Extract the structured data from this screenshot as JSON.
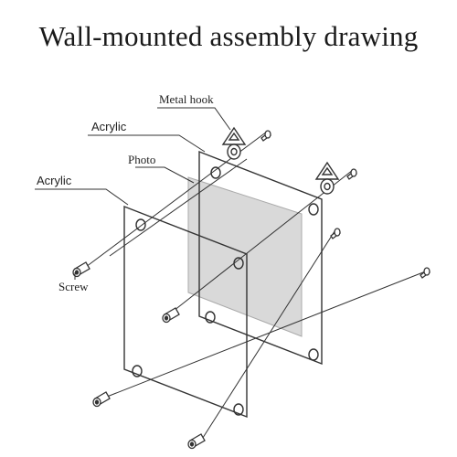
{
  "diagram": {
    "title": "Wall-mounted assembly drawing",
    "labels": {
      "metal_hook": "Metal hook",
      "acrylic_back": "Acrylic",
      "photo": "Photo",
      "acrylic_front": "Acrylic",
      "screw": "Screw"
    },
    "colors": {
      "line": "#333333",
      "photo_fill": "#d9d9d9",
      "photo_edge": "#aaaaaa"
    }
  }
}
